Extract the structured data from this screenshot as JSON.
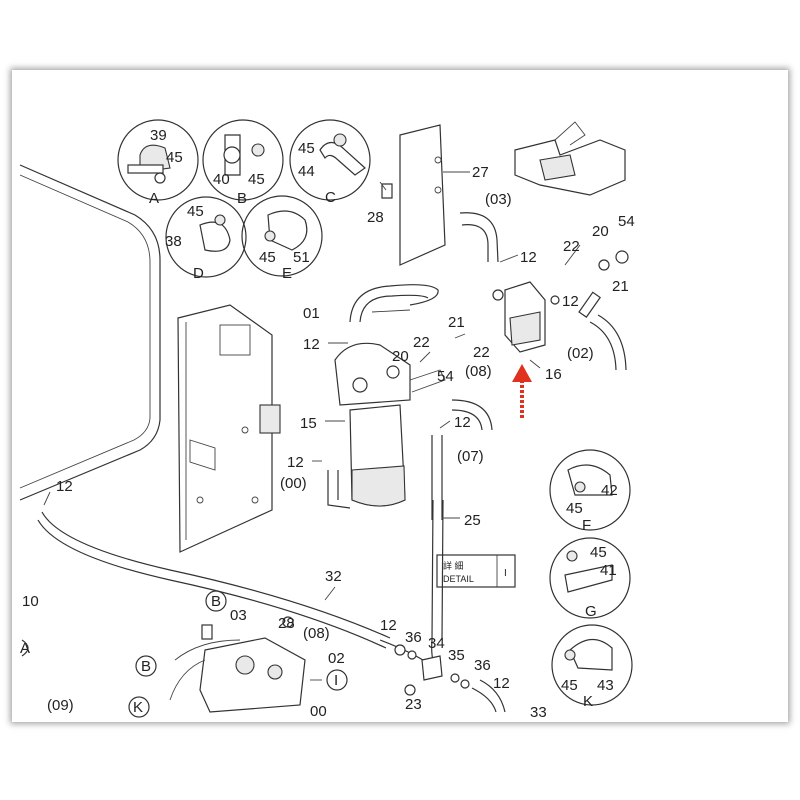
{
  "diagram": {
    "labels": {
      "l39": "39",
      "l45a": "45",
      "lA": "A",
      "l40": "40",
      "l45b": "45",
      "lB": "B",
      "l45c": "45",
      "l44": "44",
      "lC": "C",
      "l45d": "45",
      "l38": "38",
      "lD": "D",
      "l45e": "45",
      "l51": "51",
      "lE": "E",
      "l27": "27",
      "l03": "(03)",
      "l28": "28",
      "l12a": "12",
      "l22a": "22",
      "l20a": "20",
      "l54a": "54",
      "l12b": "12",
      "l21a": "21",
      "l01": "01",
      "l12c": "12",
      "l21b": "21",
      "l22b": "22",
      "l20b": "20",
      "l22c": "22",
      "l02": "(02)",
      "l16": "16",
      "l54b": "54",
      "l08": "(08)",
      "l15": "15",
      "l12d": "12",
      "l12e": "12",
      "l07": "(07)",
      "l00": "(00)",
      "l12f": "12",
      "l25": "25",
      "l42": "42",
      "l45f": "45",
      "lF": "F",
      "l45g": "45",
      "l41": "41",
      "lG": "G",
      "l32": "32",
      "l10": "10",
      "lAcirc": "A",
      "lBcirc1": "B",
      "l03b": "03",
      "l28b": "28",
      "l08b": "(08)",
      "l02b": "02",
      "lBcirc2": "B",
      "lI": "I",
      "lKcirc": "K",
      "l09": "(09)",
      "l00b": "00",
      "l12g": "12",
      "l36a": "36",
      "l34": "34",
      "l35": "35",
      "l36b": "36",
      "l12h": "12",
      "l23": "23",
      "l33": "33",
      "l45h": "45",
      "l43": "43",
      "lK": "K"
    },
    "detail_note": {
      "title_glyphs": "詳 細",
      "title": "DETAIL",
      "mark": "I"
    }
  }
}
